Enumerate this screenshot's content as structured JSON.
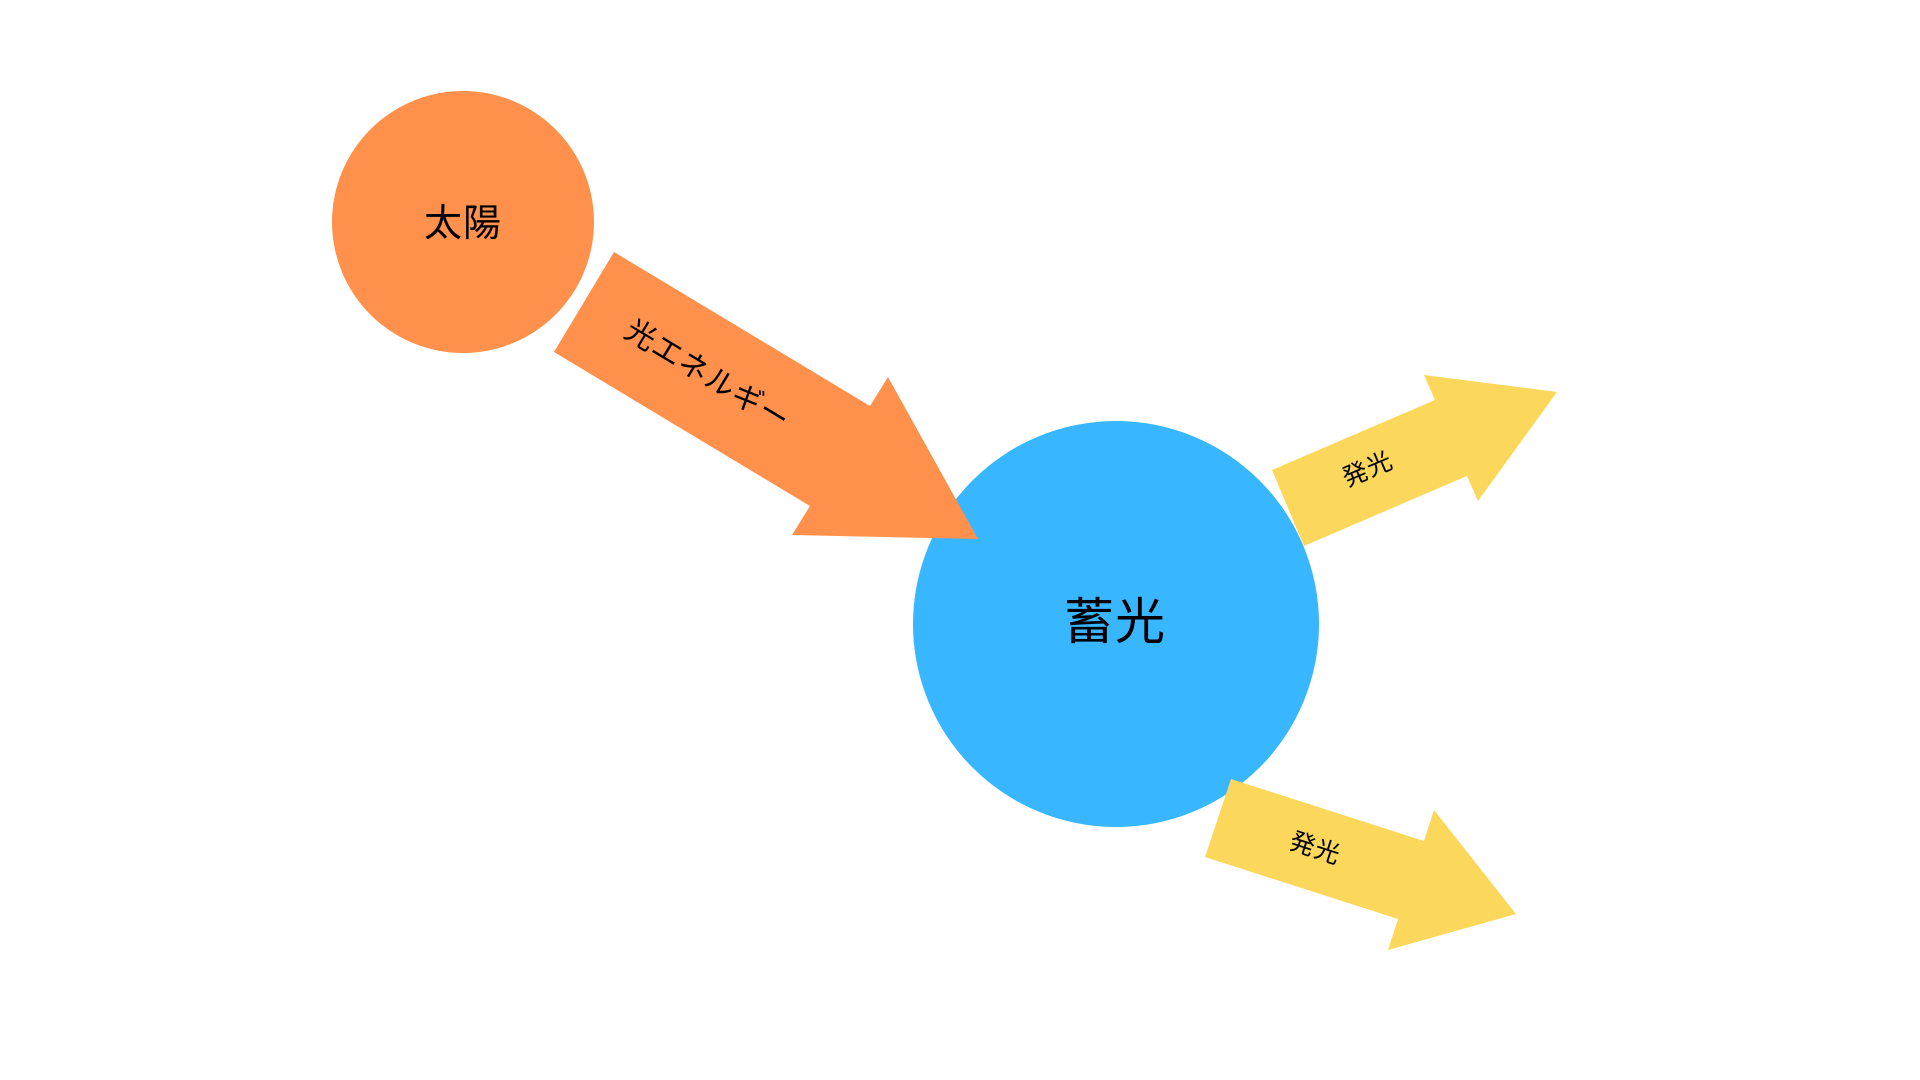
{
  "colors": {
    "background": "#FFFFFF",
    "sun_orange": "#FF914D",
    "storage_blue": "#38B6FF",
    "emission_yellow": "#FBD75B",
    "text": "#000000"
  },
  "nodes": {
    "sun": {
      "label": "太陽"
    },
    "storage": {
      "label": "蓄光"
    }
  },
  "arrows": {
    "light_energy": {
      "label": "光エネルギー"
    },
    "emission_upper": {
      "label": "発光"
    },
    "emission_lower": {
      "label": "発光"
    }
  }
}
